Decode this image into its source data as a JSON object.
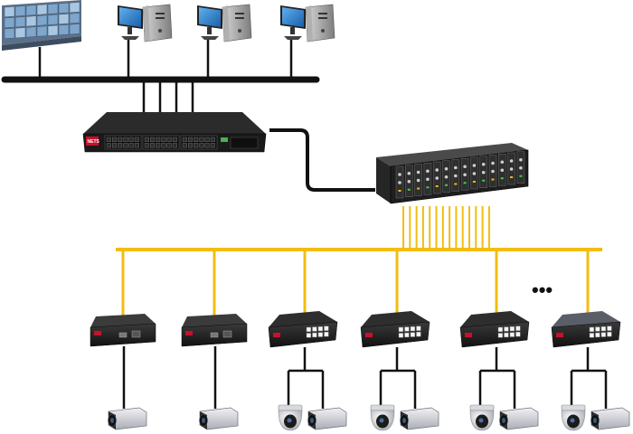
{
  "diagram": {
    "brand_label": "NETS",
    "ellipsis": "•••",
    "colors": {
      "lan_bus": "#111111",
      "fiber": "#f2bd11",
      "device_dark": "#1d1d1d",
      "monitor_screen": "#2f86d6",
      "tv_wall": "#3f8fd6",
      "accent_red": "#c8102e",
      "cable": "#111111"
    },
    "nodes": {
      "monitoring_center": {
        "kind": "video-wall",
        "icon": "video-wall-icon"
      },
      "workstations": [
        {
          "icon": "computer-icon"
        },
        {
          "icon": "computer-icon"
        },
        {
          "icon": "computer-icon"
        }
      ],
      "core_switch": {
        "kind": "rack-switch",
        "icon": "switch-icon"
      },
      "media_converter_chassis": {
        "kind": "fiber-converter-rack",
        "icon": "converter-rack-icon",
        "slots": 14
      },
      "edge_devices": [
        {
          "kind": "single-port-converter",
          "cameras": [
            "box"
          ]
        },
        {
          "kind": "single-port-converter",
          "cameras": [
            "box"
          ]
        },
        {
          "kind": "fiber-switch",
          "cameras": [
            "dome",
            "box"
          ]
        },
        {
          "kind": "fiber-switch",
          "cameras": [
            "dome",
            "box"
          ]
        },
        {
          "kind": "fiber-switch",
          "cameras": [
            "dome",
            "box"
          ]
        },
        {
          "kind": "fiber-switch",
          "cameras": [
            "dome",
            "box"
          ]
        }
      ]
    }
  }
}
